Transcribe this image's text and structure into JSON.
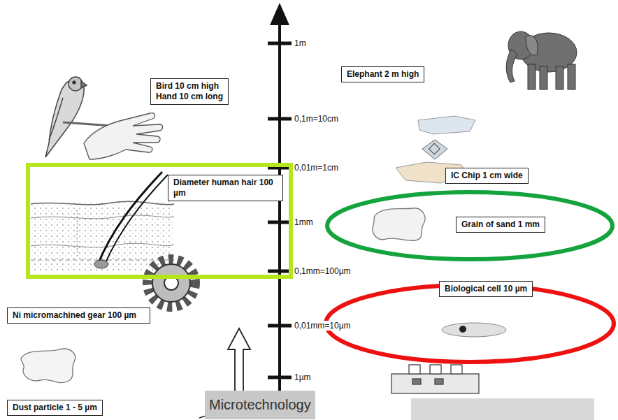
{
  "diagram": {
    "nodes": [
      {
        "text": [
          "Bird 10 cm high",
          "Hand 10 cm long"
        ]
      },
      {
        "text": [
          "Elephant 2 m high"
        ]
      },
      {
        "text": [
          "IC Chip 1 cm wide"
        ]
      },
      {
        "text": [
          "Diameter human hair 100 µm"
        ]
      },
      {
        "text": [
          "Grain of sand 1 mm"
        ]
      },
      {
        "text": [
          "Biological cell 10 µm"
        ]
      },
      {
        "text": [
          "Ni micromachined gear 100 µm"
        ]
      },
      {
        "text": [
          "Dust particle 1 - 5 µm"
        ]
      },
      {
        "text": [
          "Microtechnology"
        ]
      }
    ],
    "labels": [
      "1m",
      "0,1m=10cm",
      "0,01m=1cm",
      "1mm",
      "0,1mm=100µm",
      "0,01mm=10µm",
      "1µm"
    ]
  }
}
